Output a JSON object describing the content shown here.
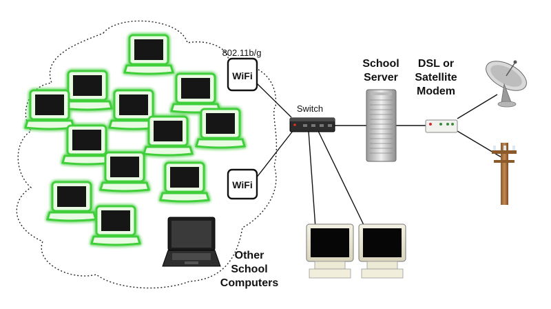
{
  "labels": {
    "wireless_standard": "802.11b/g",
    "wifi_top": "WiFi",
    "wifi_bottom": "WiFi",
    "switch": "Switch",
    "school_server": [
      "School",
      "Server"
    ],
    "modem": [
      "DSL or",
      "Satellite",
      "Modem"
    ],
    "other_computers": [
      "Other",
      "School",
      "Computers"
    ]
  },
  "colors": {
    "laptop_glow": "#3fcf3a",
    "cable": "#111111",
    "cloud_border": "#222222"
  },
  "icons": {
    "xo_laptop": "xo-laptop-icon",
    "wifi_router": "wifi-router-icon",
    "switch": "network-switch-icon",
    "server": "tower-server-icon",
    "modem": "modem-icon",
    "satellite_dish": "satellite-dish-icon",
    "telephone_pole": "telephone-pole-icon",
    "desktop": "desktop-computer-icon",
    "black_laptop": "laptop-icon"
  }
}
